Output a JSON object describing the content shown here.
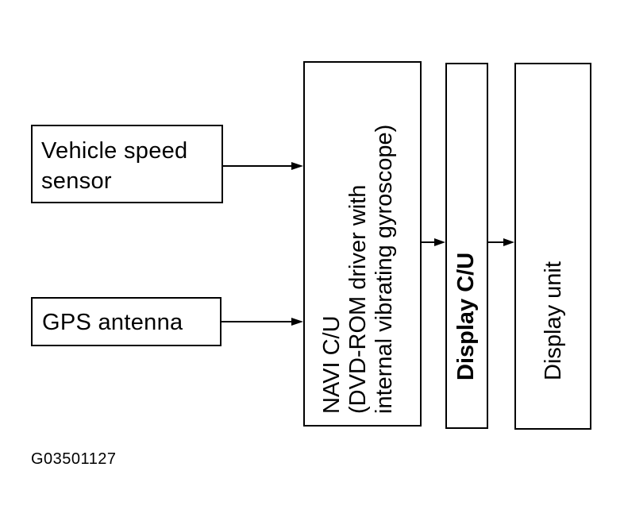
{
  "blocks": {
    "speed_sensor": {
      "lines": [
        "Vehicle speed",
        "sensor"
      ]
    },
    "gps_antenna": {
      "label": "GPS antenna"
    },
    "navi_cu": {
      "lines": [
        "NAVI C/U",
        "(DVD-ROM driver with",
        "internal vibrating gyroscope)"
      ]
    },
    "display_cu": {
      "label": "Display C/U"
    },
    "display_unit": {
      "label": "Display unit"
    }
  },
  "connections": [
    {
      "from": "Vehicle speed sensor",
      "to": "NAVI C/U"
    },
    {
      "from": "GPS antenna",
      "to": "NAVI C/U"
    },
    {
      "from": "NAVI C/U",
      "to": "Display C/U"
    },
    {
      "from": "Display C/U",
      "to": "Display unit"
    }
  ],
  "figure_code": "G03501127"
}
